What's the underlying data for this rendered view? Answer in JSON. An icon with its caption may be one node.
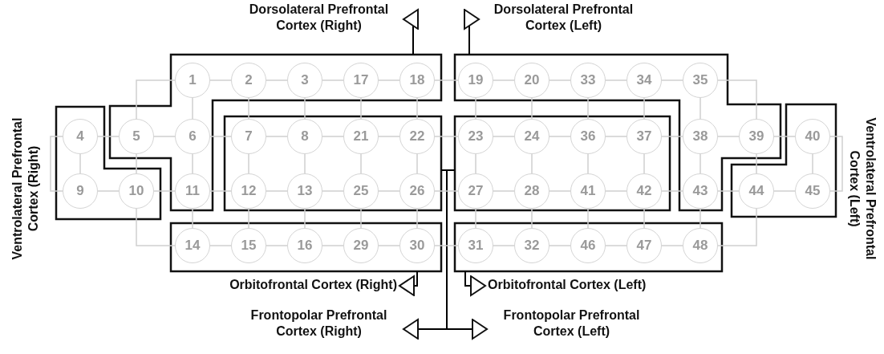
{
  "diagram": {
    "nodes": [
      {
        "text": [
          "Dorsolateral Prefrontal Cortex (Right)"
        ]
      },
      {
        "text": [
          "Dorsolateral Prefrontal Cortex (Left)"
        ]
      },
      {
        "text": [],
        "shape": "polygon"
      },
      {
        "text": [],
        "shape": "polygon"
      },
      {
        "text": [],
        "shape": "polygon",
        "beside": [
          "Ventrolateral Prefrontal Cortex (Right)"
        ]
      },
      {
        "text": [],
        "shape": "box"
      },
      {
        "text": [],
        "shape": "box"
      },
      {
        "text": [],
        "shape": "polygon",
        "beside": [
          "Ventrolateral Prefrontal Cortex (Left)"
        ]
      },
      {
        "text": [],
        "shape": "box"
      },
      {
        "text": [],
        "shape": "box"
      },
      {
        "text": [
          "1"
        ],
        "in": 2
      },
      {
        "text": [
          "2"
        ],
        "in": 2
      },
      {
        "text": [
          "3"
        ],
        "in": 2
      },
      {
        "text": [
          "17"
        ],
        "in": 2
      },
      {
        "text": [
          "18"
        ],
        "in": 2
      },
      {
        "text": [
          "19"
        ],
        "in": 3
      },
      {
        "text": [
          "20"
        ],
        "in": 3
      },
      {
        "text": [
          "33"
        ],
        "in": 3
      },
      {
        "text": [
          "34"
        ],
        "in": 3
      },
      {
        "text": [
          "35"
        ],
        "in": 3
      },
      {
        "text": [
          "4"
        ],
        "in": 4
      },
      {
        "text": [
          "5"
        ],
        "in": 2
      },
      {
        "text": [
          "6"
        ],
        "in": 2
      },
      {
        "text": [
          "7"
        ],
        "in": 5
      },
      {
        "text": [
          "8"
        ],
        "in": 5
      },
      {
        "text": [
          "21"
        ],
        "in": 5
      },
      {
        "text": [
          "22"
        ],
        "in": 5
      },
      {
        "text": [
          "23"
        ],
        "in": 6
      },
      {
        "text": [
          "24"
        ],
        "in": 6
      },
      {
        "text": [
          "36"
        ],
        "in": 6
      },
      {
        "text": [
          "37"
        ],
        "in": 6
      },
      {
        "text": [
          "38"
        ],
        "in": 3
      },
      {
        "text": [
          "39"
        ],
        "in": 3
      },
      {
        "text": [
          "40"
        ],
        "in": 7
      },
      {
        "text": [
          "9"
        ],
        "in": 4
      },
      {
        "text": [
          "10"
        ],
        "in": 4
      },
      {
        "text": [
          "11"
        ],
        "in": 2
      },
      {
        "text": [
          "12"
        ],
        "in": 5
      },
      {
        "text": [
          "13"
        ],
        "in": 5
      },
      {
        "text": [
          "25"
        ],
        "in": 5
      },
      {
        "text": [
          "26"
        ],
        "in": 5
      },
      {
        "text": [
          "27"
        ],
        "in": 6
      },
      {
        "text": [
          "28"
        ],
        "in": 6
      },
      {
        "text": [
          "41"
        ],
        "in": 6
      },
      {
        "text": [
          "42"
        ],
        "in": 6
      },
      {
        "text": [
          "43"
        ],
        "in": 3
      },
      {
        "text": [
          "44"
        ],
        "in": 7
      },
      {
        "text": [
          "45"
        ],
        "in": 7
      },
      {
        "text": [
          "14"
        ],
        "in": 8
      },
      {
        "text": [
          "15"
        ],
        "in": 8
      },
      {
        "text": [
          "16"
        ],
        "in": 8
      },
      {
        "text": [
          "29"
        ],
        "in": 8
      },
      {
        "text": [
          "30"
        ],
        "in": 8
      },
      {
        "text": [
          "31"
        ],
        "in": 9
      },
      {
        "text": [
          "32"
        ],
        "in": 9
      },
      {
        "text": [
          "46"
        ],
        "in": 9
      },
      {
        "text": [
          "47"
        ],
        "in": 9
      },
      {
        "text": [
          "48"
        ],
        "in": 9
      },
      {
        "text": [
          "Orbitofrontal Cortex (Right)"
        ]
      },
      {
        "text": [
          "Orbitofrontal Cortex (Left)"
        ]
      },
      {
        "text": [
          "Frontopolar Prefrontal Cortex (Right)"
        ]
      },
      {
        "text": [
          "Frontopolar Prefrontal Cortex (Left)"
        ]
      }
    ],
    "edges": [
      {
        "from": 2,
        "to": 0,
        "arrow": "to",
        "color": "#000000"
      },
      {
        "from": 3,
        "to": 1,
        "arrow": "to",
        "color": "#000000"
      },
      {
        "from": 8,
        "to": 58,
        "arrow": "to",
        "color": "#000000"
      },
      {
        "from": 9,
        "to": 59,
        "arrow": "to",
        "color": "#000000"
      },
      {
        "from": 5,
        "to": 60,
        "arrow": "to",
        "color": "#000000"
      },
      {
        "from": 6,
        "to": 61,
        "arrow": "to",
        "color": "#000000"
      },
      {
        "from": 10,
        "to": 11,
        "arrow": "none"
      },
      {
        "from": 11,
        "to": 12,
        "arrow": "none"
      },
      {
        "from": 12,
        "to": 13,
        "arrow": "none"
      },
      {
        "from": 13,
        "to": 14,
        "arrow": "none"
      },
      {
        "from": 14,
        "to": 15,
        "arrow": "none"
      },
      {
        "from": 15,
        "to": 16,
        "arrow": "none"
      },
      {
        "from": 16,
        "to": 17,
        "arrow": "none"
      },
      {
        "from": 17,
        "to": 18,
        "arrow": "none"
      },
      {
        "from": 18,
        "to": 19,
        "arrow": "none"
      },
      {
        "from": 20,
        "to": 21,
        "arrow": "none"
      },
      {
        "from": 21,
        "to": 22,
        "arrow": "none"
      },
      {
        "from": 22,
        "to": 23,
        "arrow": "none"
      },
      {
        "from": 23,
        "to": 24,
        "arrow": "none"
      },
      {
        "from": 24,
        "to": 25,
        "arrow": "none"
      },
      {
        "from": 25,
        "to": 26,
        "arrow": "none"
      },
      {
        "from": 26,
        "to": 27,
        "arrow": "none"
      },
      {
        "from": 27,
        "to": 28,
        "arrow": "none"
      },
      {
        "from": 28,
        "to": 29,
        "arrow": "none"
      },
      {
        "from": 29,
        "to": 30,
        "arrow": "none"
      },
      {
        "from": 30,
        "to": 31,
        "arrow": "none"
      },
      {
        "from": 31,
        "to": 32,
        "arrow": "none"
      },
      {
        "from": 32,
        "to": 33,
        "arrow": "none"
      },
      {
        "from": 34,
        "to": 35,
        "arrow": "none"
      },
      {
        "from": 35,
        "to": 36,
        "arrow": "none"
      },
      {
        "from": 36,
        "to": 37,
        "arrow": "none"
      },
      {
        "from": 37,
        "to": 38,
        "arrow": "none"
      },
      {
        "from": 38,
        "to": 39,
        "arrow": "none"
      },
      {
        "from": 39,
        "to": 40,
        "arrow": "none"
      },
      {
        "from": 40,
        "to": 41,
        "arrow": "none"
      },
      {
        "from": 41,
        "to": 42,
        "arrow": "none"
      },
      {
        "from": 42,
        "to": 43,
        "arrow": "none"
      },
      {
        "from": 43,
        "to": 44,
        "arrow": "none"
      },
      {
        "from": 44,
        "to": 45,
        "arrow": "none"
      },
      {
        "from": 45,
        "to": 46,
        "arrow": "none"
      },
      {
        "from": 46,
        "to": 47,
        "arrow": "none"
      },
      {
        "from": 48,
        "to": 49,
        "arrow": "none"
      },
      {
        "from": 49,
        "to": 50,
        "arrow": "none"
      },
      {
        "from": 50,
        "to": 51,
        "arrow": "none"
      },
      {
        "from": 51,
        "to": 52,
        "arrow": "none"
      },
      {
        "from": 52,
        "to": 53,
        "arrow": "none"
      },
      {
        "from": 53,
        "to": 54,
        "arrow": "none"
      },
      {
        "from": 54,
        "to": 55,
        "arrow": "none"
      },
      {
        "from": 55,
        "to": 56,
        "arrow": "none"
      },
      {
        "from": 56,
        "to": 57,
        "arrow": "none"
      },
      {
        "from": 10,
        "to": 21,
        "arrow": "none"
      },
      {
        "from": 10,
        "to": 22,
        "arrow": "none"
      },
      {
        "from": 11,
        "to": 23,
        "arrow": "none"
      },
      {
        "from": 12,
        "to": 24,
        "arrow": "none"
      },
      {
        "from": 13,
        "to": 25,
        "arrow": "none"
      },
      {
        "from": 14,
        "to": 26,
        "arrow": "none"
      },
      {
        "from": 15,
        "to": 27,
        "arrow": "none"
      },
      {
        "from": 16,
        "to": 28,
        "arrow": "none"
      },
      {
        "from": 17,
        "to": 29,
        "arrow": "none"
      },
      {
        "from": 18,
        "to": 30,
        "arrow": "none"
      },
      {
        "from": 19,
        "to": 31,
        "arrow": "none"
      },
      {
        "from": 19,
        "to": 32,
        "arrow": "none"
      },
      {
        "from": 20,
        "to": 34,
        "arrow": "none"
      },
      {
        "from": 20,
        "to": 34,
        "arrow": "none"
      },
      {
        "from": 21,
        "to": 35,
        "arrow": "none"
      },
      {
        "from": 22,
        "to": 36,
        "arrow": "none"
      },
      {
        "from": 23,
        "to": 37,
        "arrow": "none"
      },
      {
        "from": 24,
        "to": 38,
        "arrow": "none"
      },
      {
        "from": 25,
        "to": 39,
        "arrow": "none"
      },
      {
        "from": 26,
        "to": 40,
        "arrow": "none"
      },
      {
        "from": 27,
        "to": 41,
        "arrow": "none"
      },
      {
        "from": 28,
        "to": 42,
        "arrow": "none"
      },
      {
        "from": 29,
        "to": 43,
        "arrow": "none"
      },
      {
        "from": 30,
        "to": 44,
        "arrow": "none"
      },
      {
        "from": 31,
        "to": 45,
        "arrow": "none"
      },
      {
        "from": 32,
        "to": 46,
        "arrow": "none"
      },
      {
        "from": 33,
        "to": 47,
        "arrow": "none"
      },
      {
        "from": 33,
        "to": 47,
        "arrow": "none"
      },
      {
        "from": 35,
        "to": 48,
        "arrow": "none"
      },
      {
        "from": 36,
        "to": 48,
        "arrow": "none"
      },
      {
        "from": 37,
        "to": 49,
        "arrow": "none"
      },
      {
        "from": 38,
        "to": 50,
        "arrow": "none"
      },
      {
        "from": 39,
        "to": 51,
        "arrow": "none"
      },
      {
        "from": 40,
        "to": 52,
        "arrow": "none"
      },
      {
        "from": 41,
        "to": 53,
        "arrow": "none"
      },
      {
        "from": 42,
        "to": 54,
        "arrow": "none"
      },
      {
        "from": 43,
        "to": 55,
        "arrow": "none"
      },
      {
        "from": 44,
        "to": 56,
        "arrow": "none"
      },
      {
        "from": 45,
        "to": 57,
        "arrow": "none"
      },
      {
        "from": 46,
        "to": 57,
        "arrow": "none"
      }
    ]
  }
}
